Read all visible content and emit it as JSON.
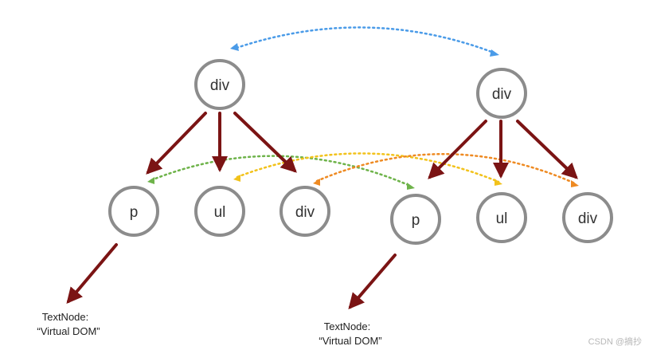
{
  "nodes": {
    "root_left": "div",
    "root_right": "div",
    "left_p": "p",
    "left_ul": "ul",
    "left_div": "div",
    "right_p": "p",
    "right_ul": "ul",
    "right_div": "div"
  },
  "captions": {
    "left": {
      "line1": "TextNode:",
      "line2": "“Virtual DOM”"
    },
    "right": {
      "line1": "TextNode:",
      "line2": "“Virtual DOM”"
    }
  },
  "watermark": "CSDN @摘抄",
  "colors": {
    "circle": "#8c8c8c",
    "arrow": "#7b1414",
    "root_link": "#4a9be8",
    "p_link": "#6eb34a",
    "ul_link": "#f2c21b",
    "div_link": "#ee8a22",
    "text": "#333333"
  }
}
